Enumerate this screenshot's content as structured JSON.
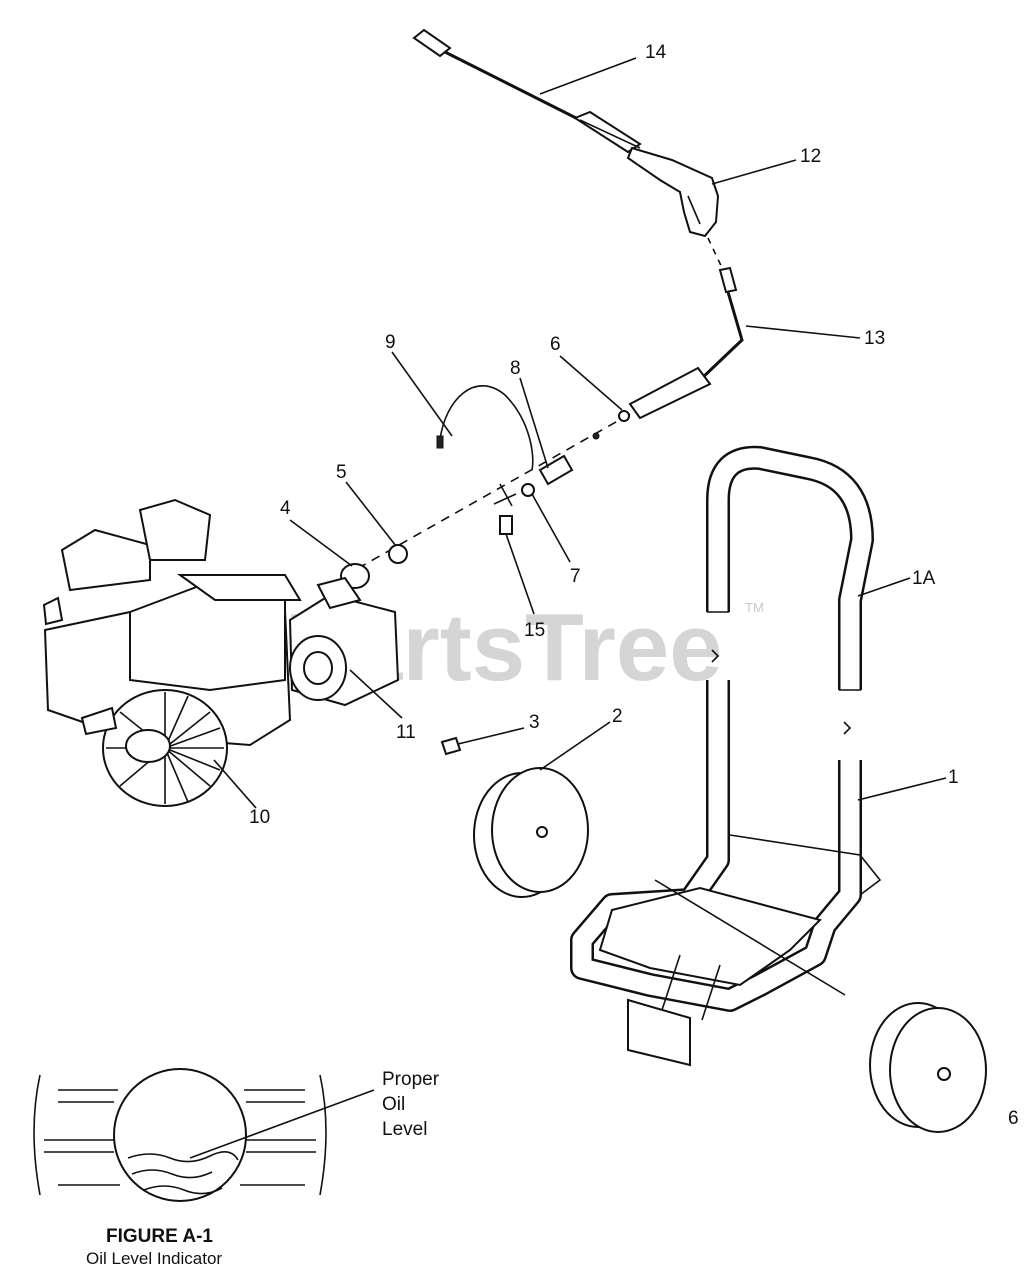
{
  "callouts": {
    "c14": "14",
    "c12": "12",
    "c13": "13",
    "c9": "9",
    "c8": "8",
    "c6": "6",
    "c5": "5",
    "c4": "4",
    "c7": "7",
    "c15": "15",
    "c1A": "1A",
    "c11": "11",
    "c10": "10",
    "c3": "3",
    "c2": "2",
    "c1": "1"
  },
  "inset": {
    "label_line1": "Proper",
    "label_line2": "Oil",
    "label_line3": "Level",
    "title": "FIGURE A-1",
    "subtitle": "Oil Level Indicator"
  },
  "watermark": {
    "text": "PartsTree",
    "trademark": "TM"
  },
  "corner_mark": "6"
}
